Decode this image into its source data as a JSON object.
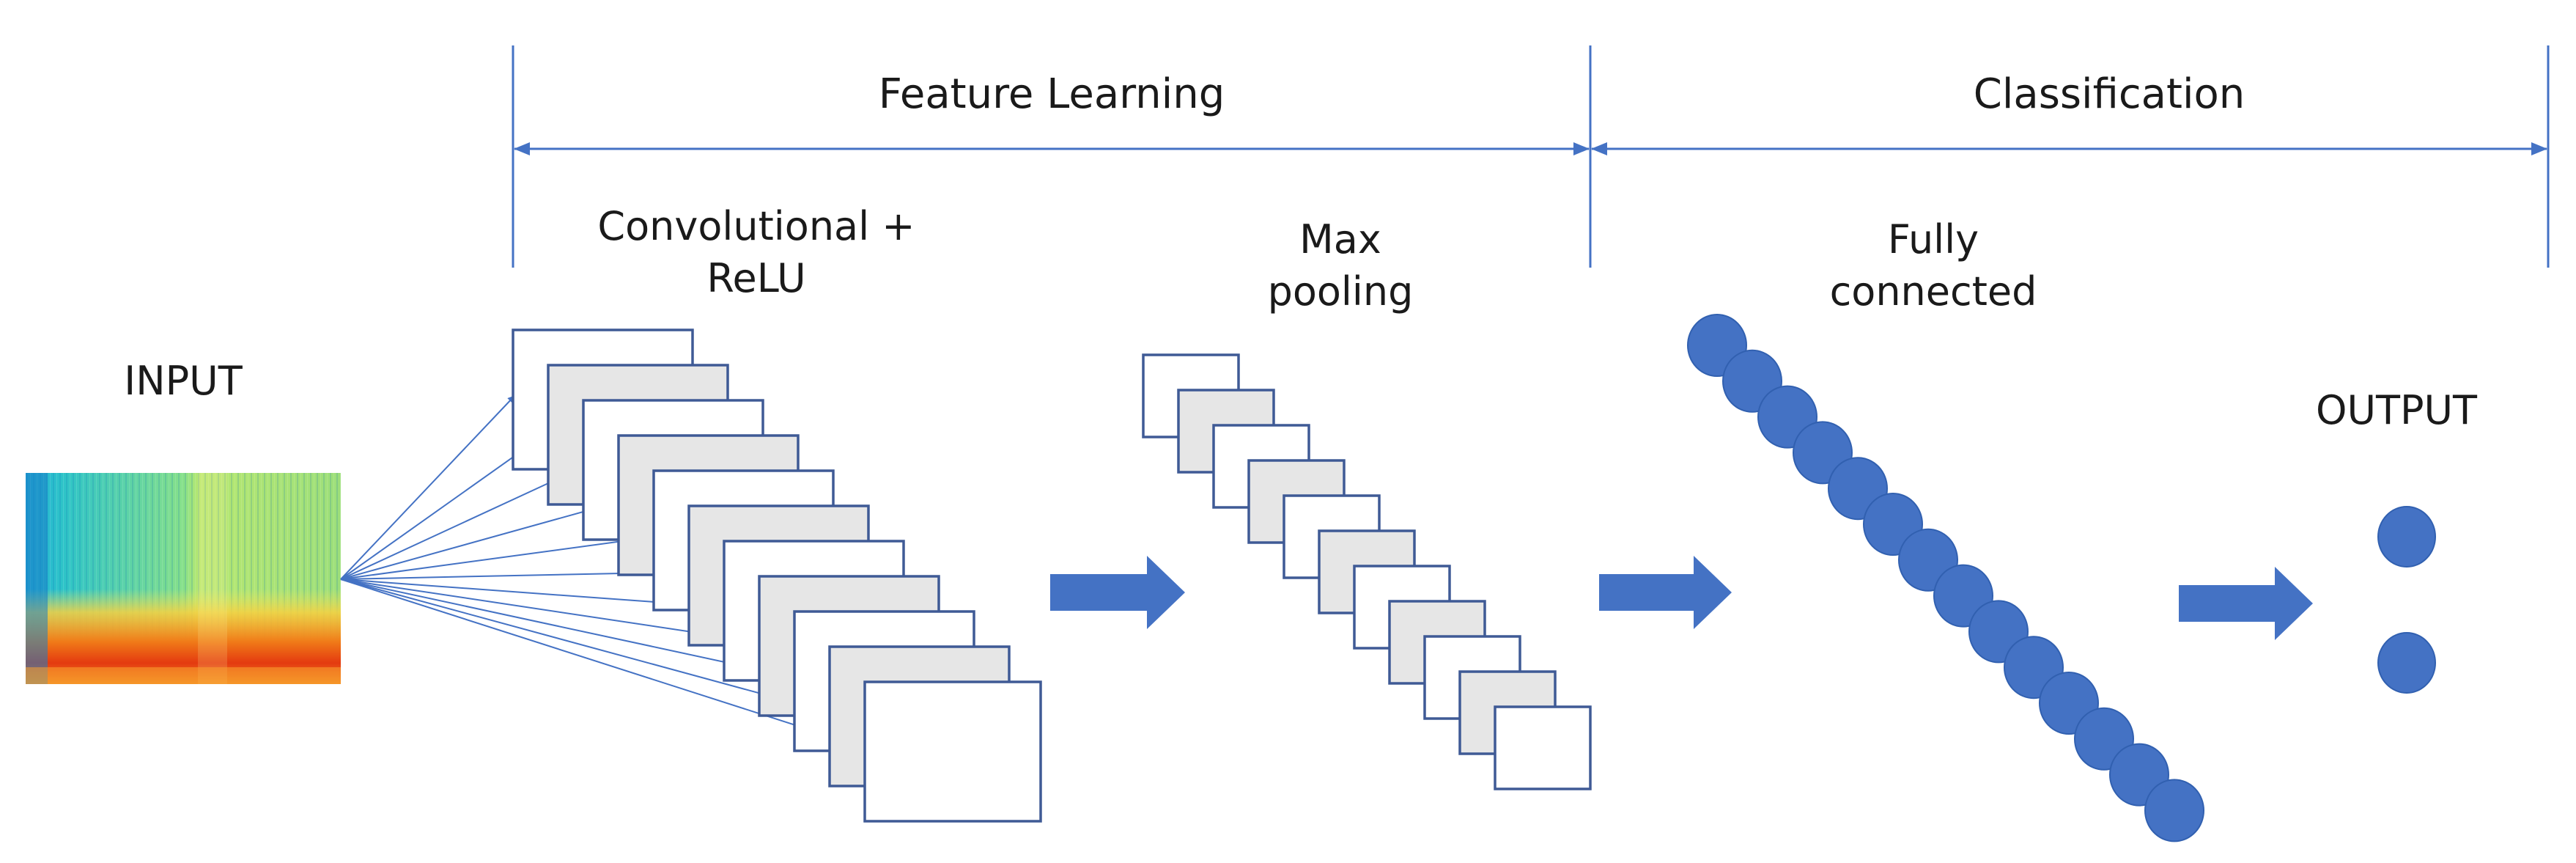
{
  "stages": {
    "feature_learning": "Feature Learning",
    "classification": "Classification"
  },
  "labels": {
    "input": "INPUT",
    "conv_line1": "Convolutional +",
    "conv_line2": "ReLU",
    "pool_line1": "Max",
    "pool_line2": "pooling",
    "fc_line1": "Fully",
    "fc_line2": "connected",
    "output": "OUTPUT"
  },
  "counts": {
    "feature_maps": 11,
    "pooled_maps": 11,
    "fully_connected_neurons": 14,
    "output_neurons": 2
  },
  "colors": {
    "accent": "#4472c4",
    "frame_stroke": "#3f5a95",
    "frame_fill_alt": "#e6e6e6",
    "text": "#1a1a1a"
  }
}
